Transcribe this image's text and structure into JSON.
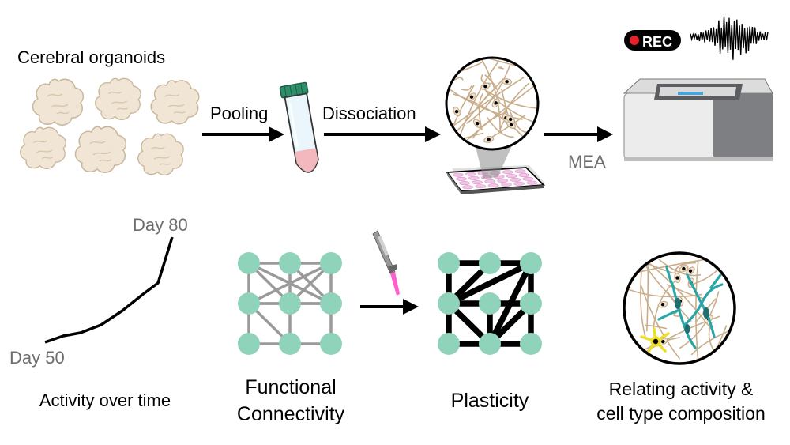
{
  "pipeline": {
    "organoids_label": "Cerebral organoids",
    "pooling_label": "Pooling",
    "dissociation_label": "Dissociation",
    "mea_label": "MEA",
    "rec_badge": "REC"
  },
  "panels": {
    "activity": {
      "start_label": "Day 50",
      "end_label": "Day 80",
      "caption": "Activity over time"
    },
    "functional_connectivity": {
      "caption_line1": "Functional",
      "caption_line2": "Connectivity"
    },
    "plasticity": {
      "caption": "Plasticity"
    },
    "composition": {
      "caption_line1": "Relating activity &",
      "caption_line2": "cell type composition"
    }
  },
  "colors": {
    "node": "#8fd3bb",
    "organoid": "#f1e6d6",
    "organoid_outline": "#c9b79c",
    "tube_fluid": "#f2b8bd",
    "tube_cap": "#2f8f6a",
    "neurite": "#c9ad8a",
    "astrocyte": "#2aa6a8",
    "yellow_cell": "#ecdf2a",
    "rec_red": "#e8202a",
    "well_pink": "#f2c3e6",
    "pipette_tip": "#ff5fd0",
    "grey_edge": "#9a9a9a",
    "black": "#000000"
  }
}
